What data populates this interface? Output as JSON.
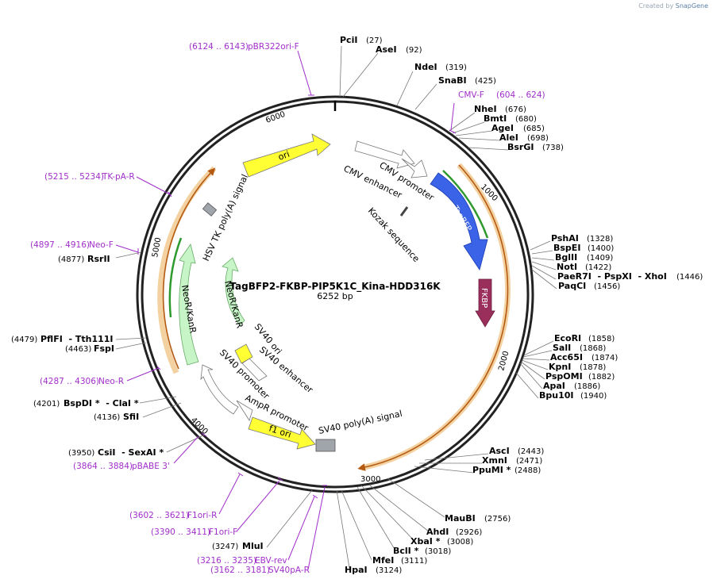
{
  "app": {
    "credit_prefix": "Created by",
    "credit_brand": "SnapGene"
  },
  "plasmid": {
    "name": "TagBFP2-FKBP-PIP5K1C_Kina-HDD316K",
    "length_label": "6252 bp",
    "length": 6252
  },
  "ticks": [
    "1000",
    "2000",
    "3000",
    "4000",
    "5000",
    "6000"
  ],
  "features": [
    {
      "name": "CMV enhancer",
      "color": "#ffffff"
    },
    {
      "name": "CMV promoter",
      "color": "#ffffff"
    },
    {
      "name": "TagBFP",
      "color": "#3b63e8"
    },
    {
      "name": "FKBP",
      "color": "#9b2f5c"
    },
    {
      "name": "Kozak sequence",
      "color": "#ffffff"
    },
    {
      "name": "SV40 poly(A) signal",
      "color": "#a0a4ab"
    },
    {
      "name": "f1 ori",
      "color": "#ffff33"
    },
    {
      "name": "AmpR promoter",
      "color": "#ffffff"
    },
    {
      "name": "SV40 promoter",
      "color": "#ffffff"
    },
    {
      "name": "SV40 enhancer",
      "color": "#ffffff"
    },
    {
      "name": "SV40 ori",
      "color": "#ffff33"
    },
    {
      "name": "NeoR/KanR",
      "color": "#c8f5c8"
    },
    {
      "name": "HSV TK poly(A) signal",
      "color": "#a0a4ab"
    },
    {
      "name": "ori",
      "color": "#ffff33"
    }
  ],
  "sites": [
    {
      "name": "PciI",
      "pos": "(27)"
    },
    {
      "name": "AseI",
      "pos": "(92)"
    },
    {
      "name": "NdeI",
      "pos": "(319)"
    },
    {
      "name": "SnaBI",
      "pos": "(425)"
    },
    {
      "name": "NheI",
      "pos": "(676)"
    },
    {
      "name": "BmtI",
      "pos": "(680)"
    },
    {
      "name": "AgeI",
      "pos": "(685)"
    },
    {
      "name": "AleI",
      "pos": "(698)"
    },
    {
      "name": "BsrGI",
      "pos": "(738)"
    },
    {
      "name": "PshAI",
      "pos": "(1328)"
    },
    {
      "name": "BspEI",
      "pos": "(1400)"
    },
    {
      "name": "BglII",
      "pos": "(1409)"
    },
    {
      "name": "NotI",
      "pos": "(1422)"
    },
    {
      "name": "PaeR7I  - PspXI  - XhoI",
      "pos": "(1446)"
    },
    {
      "name": "PaqCI",
      "pos": "(1456)"
    },
    {
      "name": "EcoRI",
      "pos": "(1858)"
    },
    {
      "name": "SalI",
      "pos": "(1868)"
    },
    {
      "name": "Acc65I",
      "pos": "(1874)"
    },
    {
      "name": "KpnI",
      "pos": "(1878)"
    },
    {
      "name": "PspOMI",
      "pos": "(1882)"
    },
    {
      "name": "ApaI",
      "pos": "(1886)"
    },
    {
      "name": "Bpu10I",
      "pos": "(1940)"
    },
    {
      "name": "AscI",
      "pos": "(2443)"
    },
    {
      "name": "XmnI",
      "pos": "(2471)"
    },
    {
      "name": "PpuMI *",
      "pos": "(2488)"
    },
    {
      "name": "MauBI",
      "pos": "(2756)"
    },
    {
      "name": "AhdI",
      "pos": "(2926)"
    },
    {
      "name": "XbaI *",
      "pos": "(3008)"
    },
    {
      "name": "BclI *",
      "pos": "(3018)"
    },
    {
      "name": "MfeI",
      "pos": "(3111)"
    },
    {
      "name": "HpaI",
      "pos": "(3124)"
    },
    {
      "name": "MluI",
      "pos": "(3247)"
    },
    {
      "name": "CsiI  - SexAI *",
      "pos": "(3950)"
    },
    {
      "name": "SfiI",
      "pos": "(4136)"
    },
    {
      "name": "BspDI *  - ClaI *",
      "pos": "(4201)"
    },
    {
      "name": "FspI",
      "pos": "(4463)"
    },
    {
      "name": "PflFI  - Tth111I",
      "pos": "(4479)"
    },
    {
      "name": "RsrII",
      "pos": "(4877)"
    }
  ],
  "primers": [
    {
      "range": "(6124 .. 6143)",
      "name": "pBR322ori-F"
    },
    {
      "range": "(604 .. 624)",
      "name": "CMV-F"
    },
    {
      "range": "(5215 .. 5234)",
      "name": "TK-pA-R"
    },
    {
      "range": "(4897 .. 4916)",
      "name": "Neo-F"
    },
    {
      "range": "(4287 .. 4306)",
      "name": "Neo-R"
    },
    {
      "range": "(3864 .. 3884)",
      "name": "pBABE 3'"
    },
    {
      "range": "(3602 .. 3621)",
      "name": "F1ori-R"
    },
    {
      "range": "(3390 .. 3411)",
      "name": "F1ori-F"
    },
    {
      "range": "(3216 .. 3235)",
      "name": "EBV-rev"
    },
    {
      "range": "(3162 .. 3181)",
      "name": "SV40pA-R"
    }
  ]
}
